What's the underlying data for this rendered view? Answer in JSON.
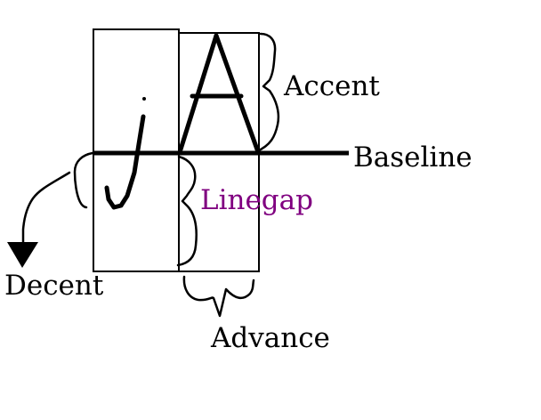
{
  "diagram": {
    "labels": {
      "accent": "Accent",
      "baseline": "Baseline",
      "linegap": "Linegap",
      "decent": "Decent",
      "advance": "Advance"
    },
    "colors": {
      "ink": "#000000",
      "linegap": "#800080",
      "background": "#ffffff"
    }
  }
}
